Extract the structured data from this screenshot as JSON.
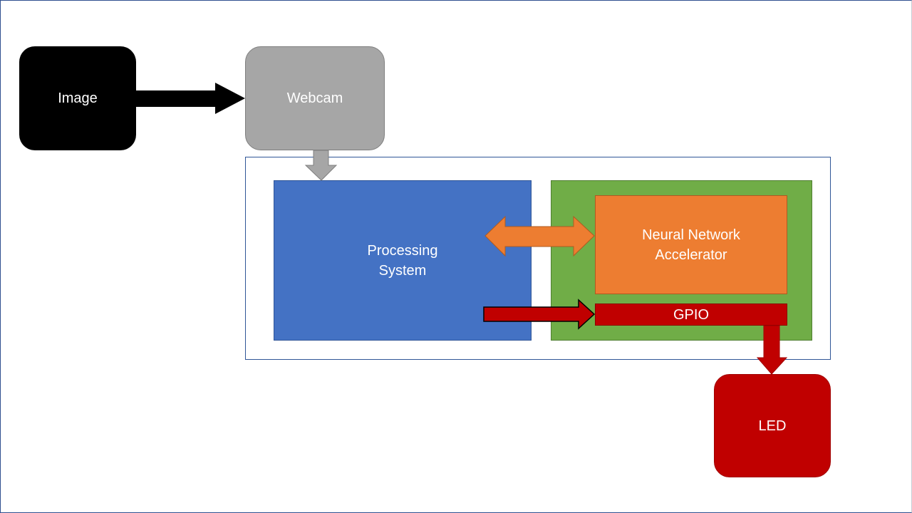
{
  "diagram": {
    "title": "Webcam to LED neural network pipeline",
    "nodes": {
      "image": {
        "label": "Image",
        "color": "#000000"
      },
      "webcam": {
        "label": "Webcam",
        "color": "#a6a6a6"
      },
      "processing_system": {
        "label": "Processing\nSystem",
        "color": "#4472c4"
      },
      "programmable_logic": {
        "label": "",
        "color": "#70ad47"
      },
      "neural_network_accelerator": {
        "label": "Neural Network\nAccelerator",
        "color": "#ed7d31"
      },
      "gpio": {
        "label": "GPIO",
        "color": "#c00000"
      },
      "led": {
        "label": "LED",
        "color": "#c00000"
      }
    },
    "edges": [
      {
        "from": "Image",
        "to": "Webcam",
        "style": "black-arrow"
      },
      {
        "from": "Webcam",
        "to": "Processing System",
        "style": "gray-arrow"
      },
      {
        "from": "Processing System",
        "to": "Neural Network Accelerator",
        "style": "orange-bidirectional"
      },
      {
        "from": "Processing System",
        "to": "GPIO",
        "style": "red-arrow"
      },
      {
        "from": "GPIO",
        "to": "LED",
        "style": "red-arrow"
      }
    ]
  }
}
